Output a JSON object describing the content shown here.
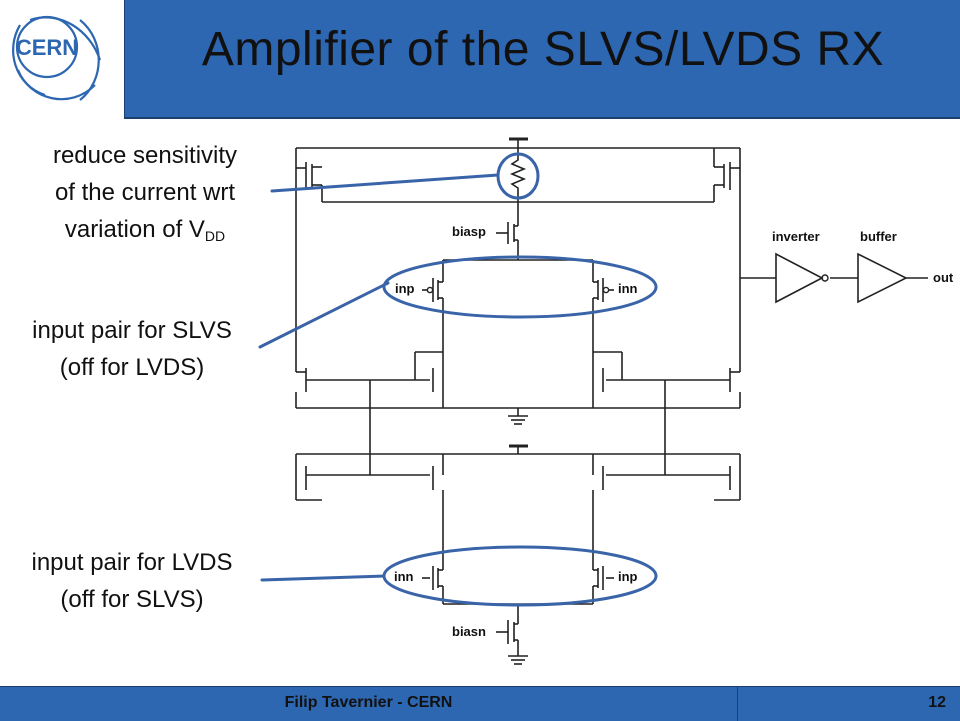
{
  "logo": {
    "text": "CERN"
  },
  "title": "Amplifier of the SLVS/LVDS RX",
  "callouts": {
    "sensitivity": {
      "line1": "reduce sensitivity",
      "line2": "of the current wrt",
      "line3": "variation of V",
      "sub": "DD"
    },
    "slvs_pair": {
      "line1": "input pair for SLVS",
      "line2": "(off for LVDS)"
    },
    "lvds_pair": {
      "line1": "input pair for LVDS",
      "line2": "(off for SLVS)"
    }
  },
  "schematic_labels": {
    "biasp": "biasp",
    "biasn": "biasn",
    "top_left_input": "inp",
    "top_right_input": "inn",
    "bottom_left_input": "inn",
    "bottom_right_input": "inp",
    "inverter": "inverter",
    "buffer": "buffer",
    "out": "out"
  },
  "footer": {
    "author": "Filip Tavernier - CERN",
    "page": "12"
  },
  "colors": {
    "accent": "#2e67b1",
    "highlight": "#3a64a8",
    "wire": "#222222"
  }
}
